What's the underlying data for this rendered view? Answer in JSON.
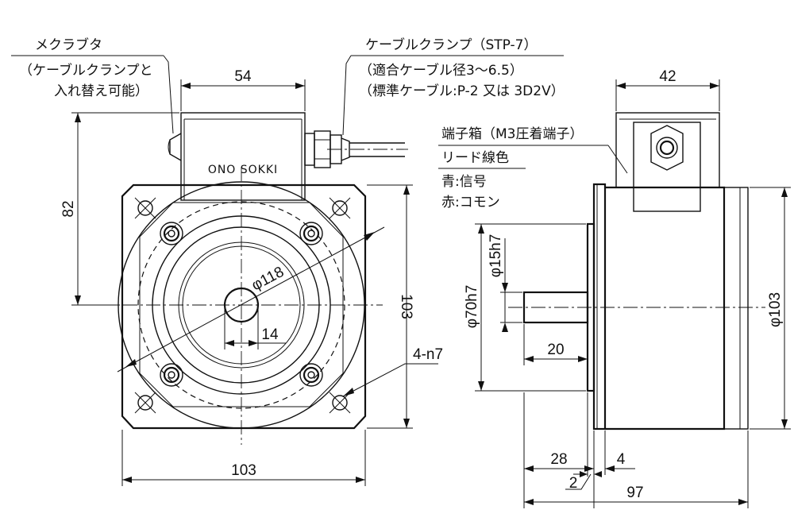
{
  "front_view": {
    "mechanical_stopper_label": "メクラブタ",
    "mechanical_stopper_note_1": "（ケーブルクランプと",
    "mechanical_stopper_note_2": "入れ替え可能）",
    "cable_clamp_label": "ケーブルクランプ（STP-7）",
    "cable_clamp_note_1": "（適合ケーブル径3〜6.5）",
    "cable_clamp_note_2": "（標準ケーブル:P-2 又は 3D2V）",
    "brand": "ONO SOKKI",
    "dim_box_width": "54",
    "dim_height": "82",
    "dim_pcd": "φ118",
    "dim_shaft_offset": "14",
    "dim_flange_height": "103",
    "dim_flange_width": "103",
    "dim_holes": "4-n7"
  },
  "side_view": {
    "dim_box_width": "42",
    "terminal_box_label": "端子箱（M3圧着端子）",
    "lead_color_label": "リード線色",
    "lead_blue": "青:信号",
    "lead_red": "赤:コモン",
    "dim_shaft_dia": "φ15h7",
    "dim_pilot_dia": "φ70h7",
    "dim_body_dia": "φ103",
    "dim_shaft_len": "20",
    "dim_pilot_len": "28",
    "dim_flange_thk": "4",
    "dim_gap": "2",
    "dim_total_len": "97"
  }
}
